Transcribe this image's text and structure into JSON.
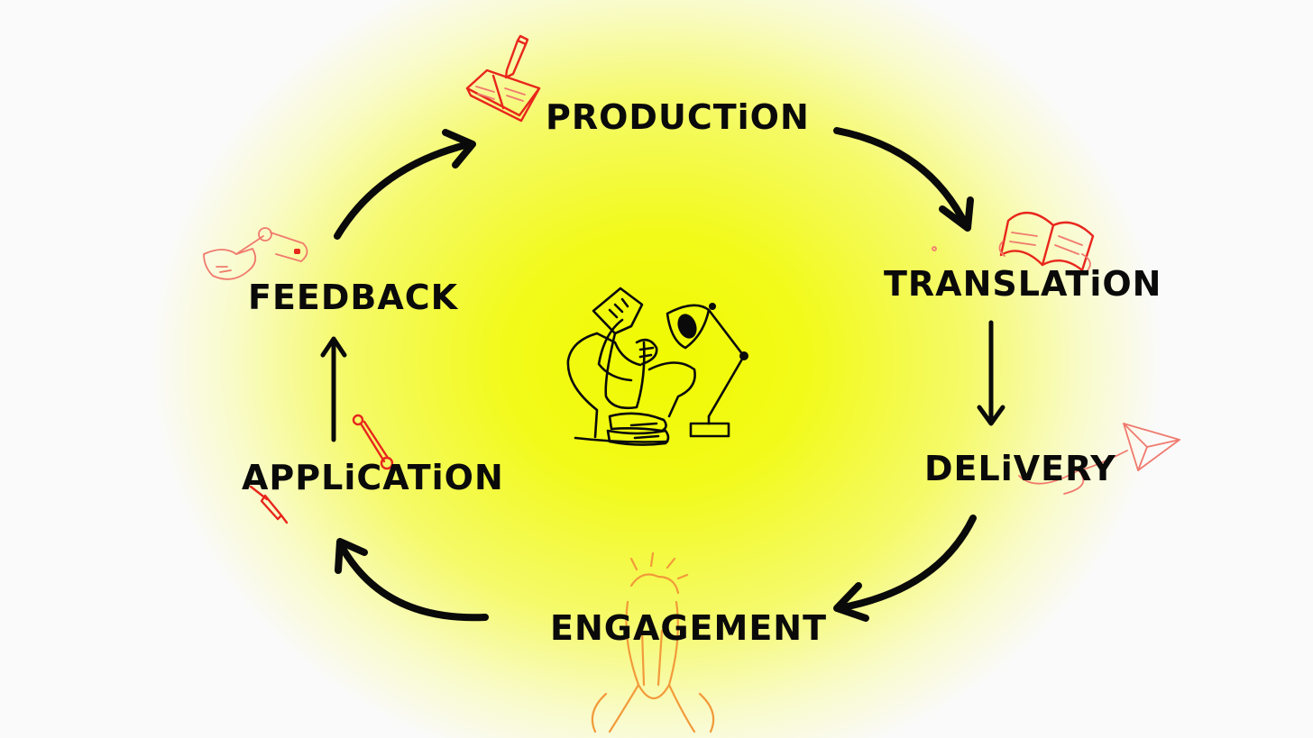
{
  "diagram": {
    "stages": {
      "production": "PRODUCTiON",
      "translation": "TRANSLATiON",
      "delivery": "DELiVERY",
      "engagement": "ENGAGEMENT",
      "application": "APPLiCATiON",
      "feedback": "FEEDBACK"
    },
    "icons": {
      "production": "notebook-pencil-icon",
      "translation": "open-book-icon",
      "delivery": "paper-plane-icon",
      "engagement": "high-five-hands-icon",
      "application": "wrench-screwdriver-icon",
      "feedback": "hand-joystick-icon",
      "center": "person-reading-with-lamp-illustration"
    },
    "colors": {
      "background": "#fafafa",
      "glow": "#f0fa00",
      "ink": "#0a0a0a",
      "accent_red": "#e8261c",
      "accent_orange": "#f29a3a"
    }
  }
}
